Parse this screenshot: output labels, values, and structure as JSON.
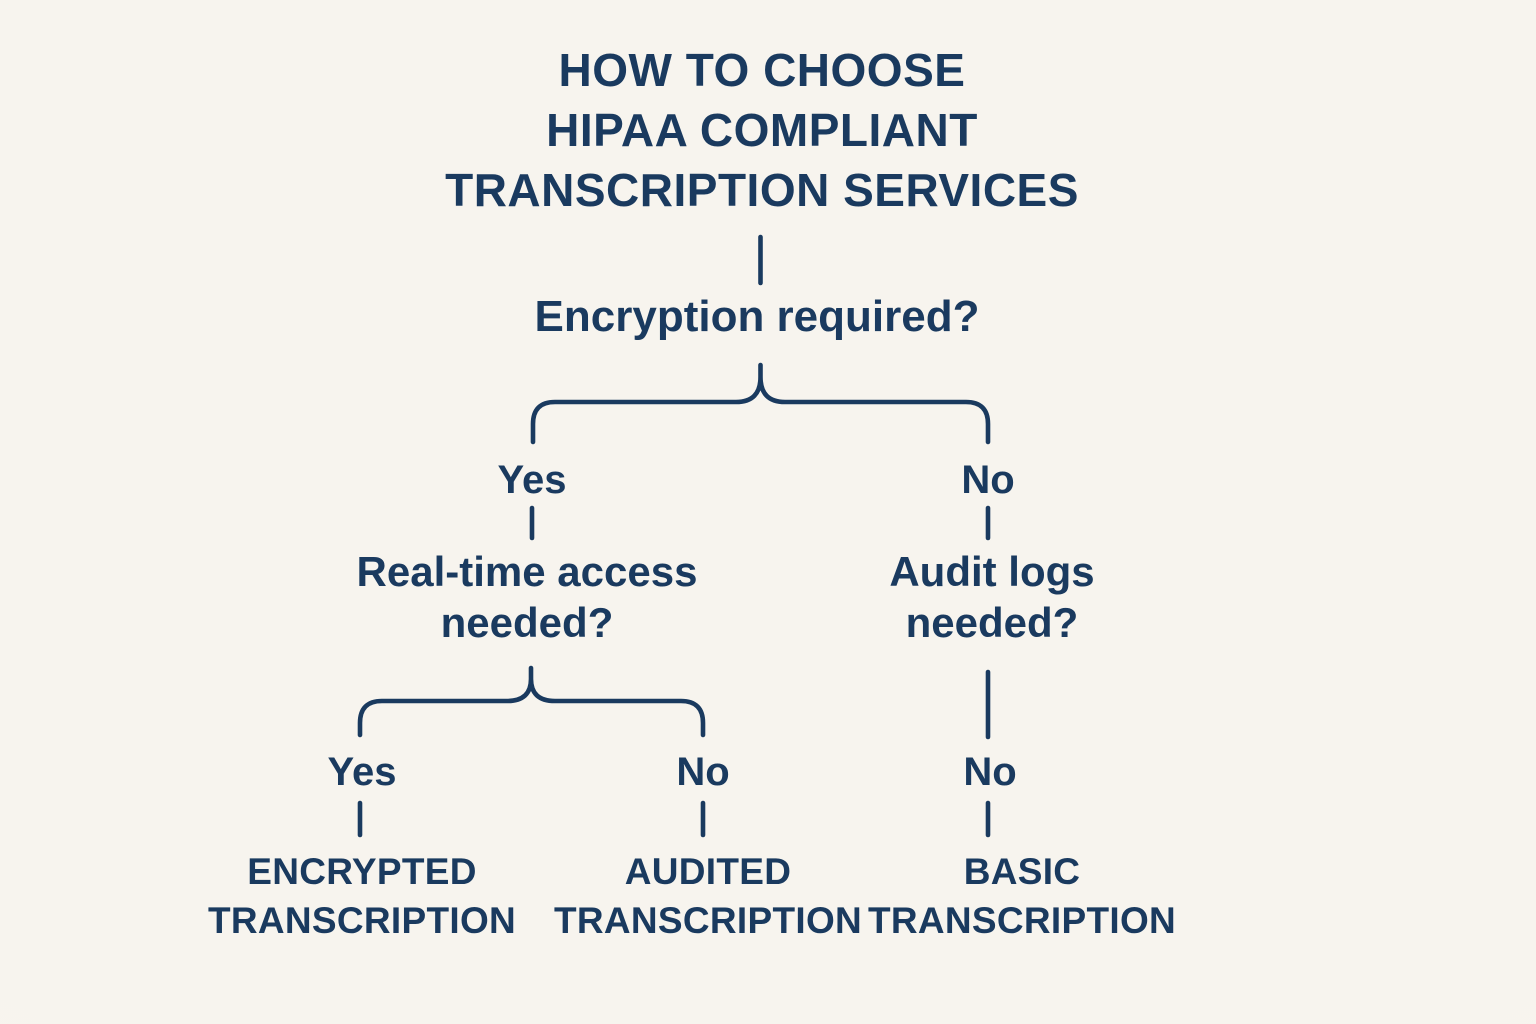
{
  "page": {
    "background_color": "#f7f4ee",
    "ink_color": "#1a3a5f"
  },
  "flowchart": {
    "title_lines": [
      "HOW TO CHOOSE",
      "HIPAA COMPLIANT",
      "TRANSCRIPTION SERVICES"
    ],
    "root_question": "Encryption required?",
    "branch_yes": {
      "label": "Yes",
      "question_lines": [
        "Real-time access",
        "needed?"
      ],
      "sub_yes": {
        "label": "Yes",
        "outcome_lines": [
          "ENCRYPTED",
          "TRANSCRIPTION"
        ]
      },
      "sub_no": {
        "label": "No",
        "outcome_lines": [
          "AUDITED",
          "TRANSCRIPTION"
        ]
      }
    },
    "branch_no": {
      "label": "No",
      "question_lines": [
        "Audit logs",
        "needed?"
      ],
      "sub_no": {
        "label": "No",
        "outcome_lines": [
          "BASIC",
          "TRANSCRIPTION"
        ]
      }
    }
  }
}
